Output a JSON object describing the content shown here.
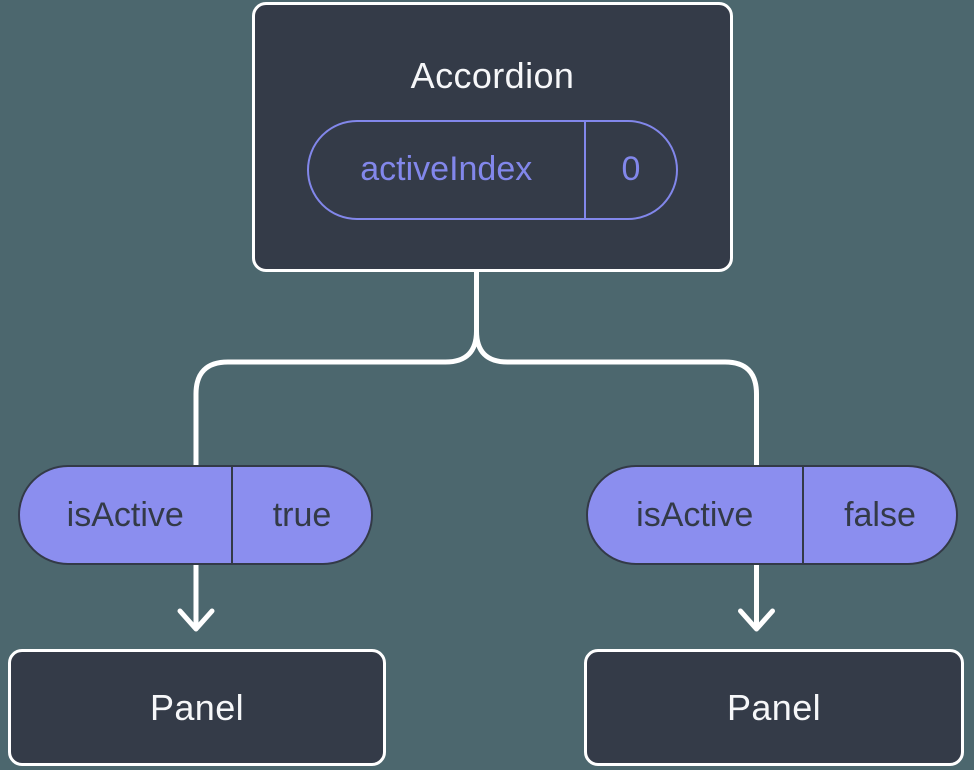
{
  "colors": {
    "background": "#4C676E",
    "box_fill": "#343B48",
    "box_border": "#FFFFFF",
    "title_text": "#F6F7F9",
    "accent_purple": "#8287EB",
    "pill_fill": "#8B8EEF",
    "pill_border": "#333A47",
    "pill_text": "#333A47",
    "connector": "#FFFFFF"
  },
  "root_node": {
    "title": "Accordion",
    "prop": {
      "name": "activeIndex",
      "value": "0"
    }
  },
  "children": [
    {
      "state_name": "isActive",
      "state_value": "true",
      "node_title": "Panel"
    },
    {
      "state_name": "isActive",
      "state_value": "false",
      "node_title": "Panel"
    }
  ]
}
